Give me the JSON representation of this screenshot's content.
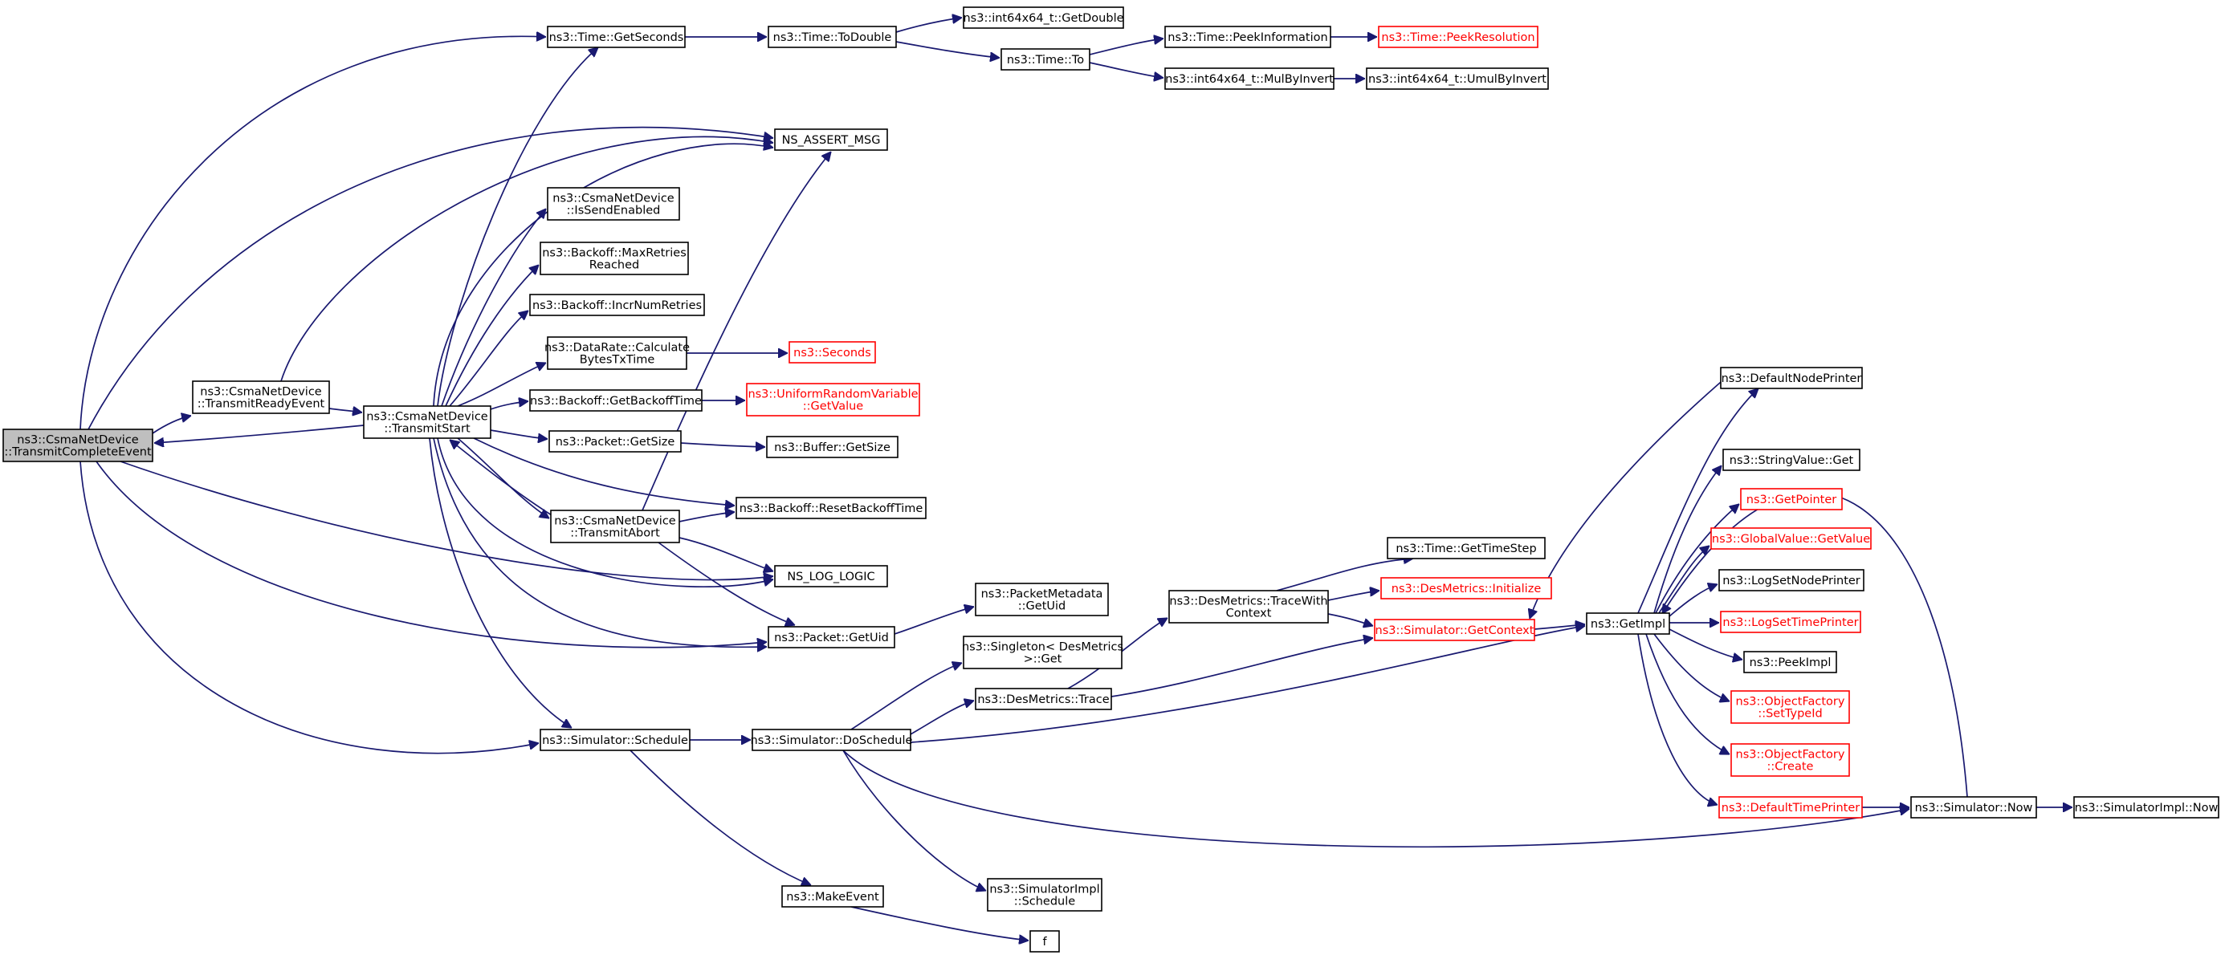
{
  "nodes": [
    {
      "id": "root",
      "lines": [
        "ns3::CsmaNetDevice",
        "::TransmitCompleteEvent"
      ],
      "root": true
    },
    {
      "id": "readyEvent",
      "lines": [
        "ns3::CsmaNetDevice",
        "::TransmitReadyEvent"
      ]
    },
    {
      "id": "transmitStart",
      "lines": [
        "ns3::CsmaNetDevice",
        "::TransmitStart"
      ]
    },
    {
      "id": "getSeconds",
      "lines": [
        "ns3::Time::GetSeconds"
      ]
    },
    {
      "id": "toDouble",
      "lines": [
        "ns3::Time::ToDouble"
      ]
    },
    {
      "id": "getDouble",
      "lines": [
        "ns3::int64x64_t::GetDouble"
      ]
    },
    {
      "id": "timeTo",
      "lines": [
        "ns3::Time::To"
      ]
    },
    {
      "id": "peekInfo",
      "lines": [
        "ns3::Time::PeekInformation"
      ]
    },
    {
      "id": "peekRes",
      "lines": [
        "ns3::Time::PeekResolution"
      ],
      "red": true
    },
    {
      "id": "mulByInvert",
      "lines": [
        "ns3::int64x64_t::MulByInvert"
      ]
    },
    {
      "id": "umulByInvert",
      "lines": [
        "ns3::int64x64_t::UmulByInvert"
      ]
    },
    {
      "id": "assertMsg",
      "lines": [
        "NS_ASSERT_MSG"
      ]
    },
    {
      "id": "isSendEnabled",
      "lines": [
        "ns3::CsmaNetDevice",
        "::IsSendEnabled"
      ]
    },
    {
      "id": "maxRetries",
      "lines": [
        "ns3::Backoff::MaxRetries",
        "Reached"
      ]
    },
    {
      "id": "incrRetries",
      "lines": [
        "ns3::Backoff::IncrNumRetries"
      ]
    },
    {
      "id": "calcBytes",
      "lines": [
        "ns3::DataRate::Calculate",
        "BytesTxTime"
      ]
    },
    {
      "id": "seconds",
      "lines": [
        "ns3::Seconds"
      ],
      "red": true
    },
    {
      "id": "getBackoff",
      "lines": [
        "ns3::Backoff::GetBackoffTime"
      ]
    },
    {
      "id": "uniformGet",
      "lines": [
        "ns3::UniformRandomVariable",
        "::GetValue"
      ],
      "red": true
    },
    {
      "id": "pktGetSize",
      "lines": [
        "ns3::Packet::GetSize"
      ]
    },
    {
      "id": "bufGetSize",
      "lines": [
        "ns3::Buffer::GetSize"
      ]
    },
    {
      "id": "transmitAbort",
      "lines": [
        "ns3::CsmaNetDevice",
        "::TransmitAbort"
      ]
    },
    {
      "id": "resetBackoff",
      "lines": [
        "ns3::Backoff::ResetBackoffTime"
      ]
    },
    {
      "id": "logLogic",
      "lines": [
        "NS_LOG_LOGIC"
      ]
    },
    {
      "id": "pktGetUid",
      "lines": [
        "ns3::Packet::GetUid"
      ]
    },
    {
      "id": "metaGetUid",
      "lines": [
        "ns3::PacketMetadata",
        "::GetUid"
      ]
    },
    {
      "id": "schedule",
      "lines": [
        "ns3::Simulator::Schedule"
      ]
    },
    {
      "id": "doSchedule",
      "lines": [
        "ns3::Simulator::DoSchedule"
      ]
    },
    {
      "id": "singletonGet",
      "lines": [
        "ns3::Singleton< DesMetrics",
        ">::Get"
      ]
    },
    {
      "id": "desTrace",
      "lines": [
        "ns3::DesMetrics::Trace"
      ]
    },
    {
      "id": "traceWithCtx",
      "lines": [
        "ns3::DesMetrics::TraceWith",
        "Context"
      ]
    },
    {
      "id": "getTimeStep",
      "lines": [
        "ns3::Time::GetTimeStep"
      ]
    },
    {
      "id": "desInit",
      "lines": [
        "ns3::DesMetrics::Initialize"
      ],
      "red": true
    },
    {
      "id": "getContext",
      "lines": [
        "ns3::Simulator::GetContext"
      ],
      "red": true
    },
    {
      "id": "getImpl",
      "lines": [
        "ns3::GetImpl"
      ]
    },
    {
      "id": "defNodePrinter",
      "lines": [
        "ns3::DefaultNodePrinter"
      ]
    },
    {
      "id": "strValueGet",
      "lines": [
        "ns3::StringValue::Get"
      ]
    },
    {
      "id": "getPointer",
      "lines": [
        "ns3::GetPointer"
      ],
      "red": true
    },
    {
      "id": "globalGet",
      "lines": [
        "ns3::GlobalValue::GetValue"
      ],
      "red": true
    },
    {
      "id": "logSetNode",
      "lines": [
        "ns3::LogSetNodePrinter"
      ]
    },
    {
      "id": "logSetTime",
      "lines": [
        "ns3::LogSetTimePrinter"
      ],
      "red": true
    },
    {
      "id": "peekImpl",
      "lines": [
        "ns3::PeekImpl"
      ]
    },
    {
      "id": "ofSetTypeId",
      "lines": [
        "ns3::ObjectFactory",
        "::SetTypeId"
      ],
      "red": true
    },
    {
      "id": "ofCreate",
      "lines": [
        "ns3::ObjectFactory",
        "::Create"
      ],
      "red": true
    },
    {
      "id": "defTimePrinter",
      "lines": [
        "ns3::DefaultTimePrinter"
      ],
      "red": true
    },
    {
      "id": "simNow",
      "lines": [
        "ns3::Simulator::Now"
      ]
    },
    {
      "id": "implNow",
      "lines": [
        "ns3::SimulatorImpl::Now"
      ]
    },
    {
      "id": "makeEvent",
      "lines": [
        "ns3::MakeEvent"
      ]
    },
    {
      "id": "implSchedule",
      "lines": [
        "ns3::SimulatorImpl",
        "::Schedule"
      ]
    },
    {
      "id": "f",
      "lines": [
        "f"
      ]
    }
  ],
  "colors": {
    "edge": "#191970",
    "box_border": "#000000",
    "missing_border": "#ff0000",
    "root_fill": "#bfbfbf"
  }
}
